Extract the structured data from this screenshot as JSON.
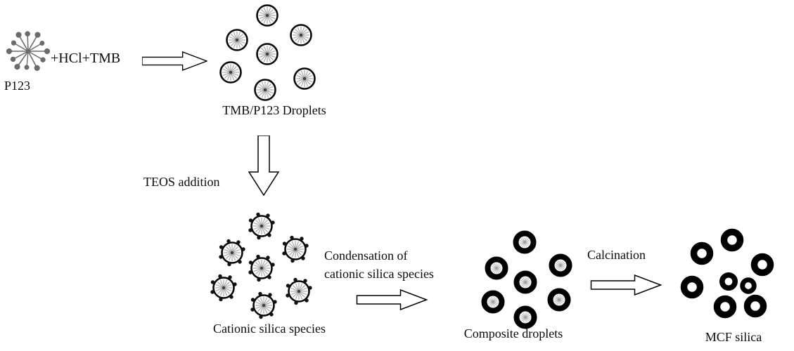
{
  "labels": {
    "p123": "P123",
    "reagents": "+HCl+TMB",
    "tmb_droplets": "TMB/P123 Droplets",
    "teos": "TEOS addition",
    "cationic": "Cationic silica species",
    "condensation": "Condensation of\ncationic silica species",
    "composite": "Composite droplets",
    "calcination": "Calcination",
    "mcf": "MCF silica"
  },
  "colors": {
    "ink": "#0a0a0a",
    "micelle_gray": "#6b6b6b",
    "spoke_gray": "#9a9a9a",
    "ring_black": "#000000",
    "background": "#ffffff"
  },
  "icons": {
    "p123-micelle-icon": "gray star of radiating spokes ending in dots",
    "tmb-p123-droplet-icon": "circle with black rim and gray radial spokes",
    "cationic-silica-droplet-icon": "spoked droplet decorated with small black dots on rim",
    "composite-droplet-icon": "thick black ring with gray radial spoke core",
    "mcf-silica-ring-icon": "solid black donut ring",
    "process-arrow-icon": "outlined block arrow"
  }
}
